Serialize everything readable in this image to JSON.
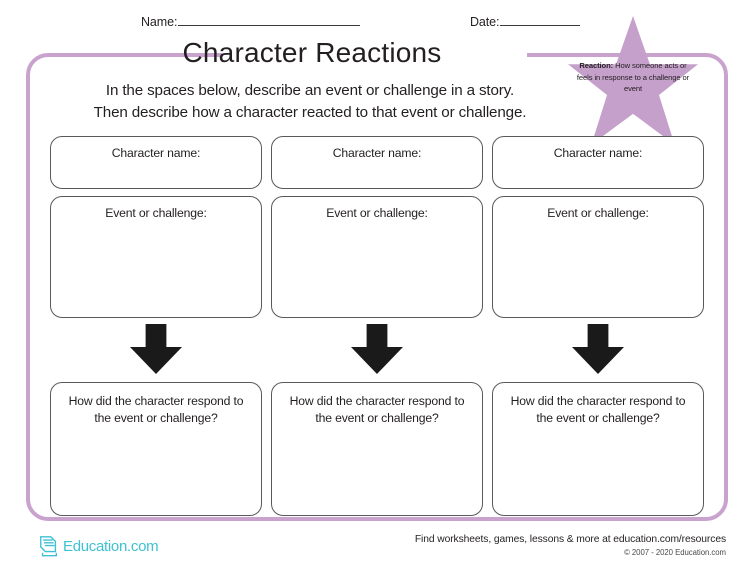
{
  "header": {
    "name_label": "Name:",
    "date_label": "Date:",
    "title": "Character Reactions",
    "instructions_line1": "In the spaces below, describe an event or challenge in a story.",
    "instructions_line2": "Then describe how a character reacted to that event or challenge."
  },
  "badge": {
    "term": "Reaction:",
    "definition": " How someone acts or feels in response to a challenge or event",
    "shape": "star",
    "color": "#c5a0cb"
  },
  "columns": [
    {
      "character_label": "Character name:",
      "event_label": "Event or challenge:",
      "arrow": "arrow-down-icon",
      "response_label": "How did the character respond to the event or challenge?"
    },
    {
      "character_label": "Character name:",
      "event_label": "Event or challenge:",
      "arrow": "arrow-down-icon",
      "response_label": "How did the character respond to the event or challenge?"
    },
    {
      "character_label": "Character name:",
      "event_label": "Event or challenge:",
      "arrow": "arrow-down-icon",
      "response_label": "How did the character respond to the event or challenge?"
    }
  ],
  "footer": {
    "logo_text": "Education.com",
    "promo": "Find worksheets, games, lessons & more at education.com/resources",
    "copyright": "© 2007 - 2020 Education.com"
  },
  "colors": {
    "frame": "#c9a3ce",
    "box_border": "#58595b",
    "arrow": "#1a1a1a",
    "logo": "#3ec1d3",
    "text": "#231f20"
  }
}
